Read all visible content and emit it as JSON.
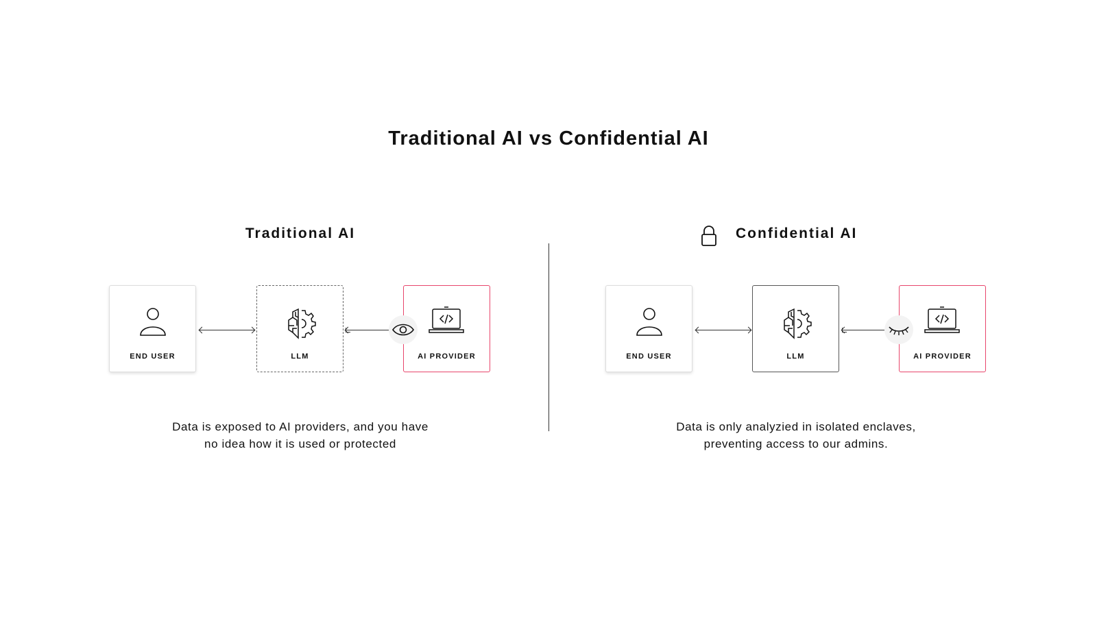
{
  "title": "Traditional AI vs Confidential AI",
  "traditional": {
    "heading": "Traditional AI",
    "nodes": [
      "END USER",
      "LLM",
      "AI PROVIDER"
    ],
    "description_lines": [
      "Data is exposed to AI providers, and you have",
      "no idea how it is used or protected"
    ]
  },
  "confidential": {
    "heading": "Confidential AI",
    "nodes": [
      "END USER",
      "LLM",
      "AI PROVIDER"
    ],
    "description_lines": [
      "Data is only analyzied in isolated enclaves,",
      "preventing access to our admins."
    ]
  },
  "colors": {
    "accent": "#e8456b"
  }
}
